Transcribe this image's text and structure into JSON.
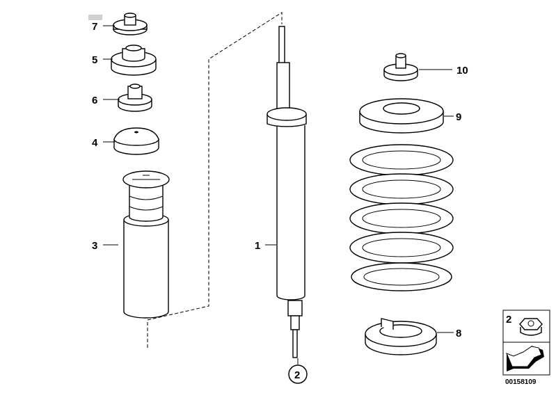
{
  "diagram": {
    "callouts": {
      "p7": "7",
      "p5": "5",
      "p6": "6",
      "p4": "4",
      "p3": "3",
      "p1": "1",
      "p2": "2",
      "p10": "10",
      "p9": "9",
      "p8": "8"
    },
    "inset": {
      "label": "2",
      "catalog_number": "00158109"
    }
  }
}
